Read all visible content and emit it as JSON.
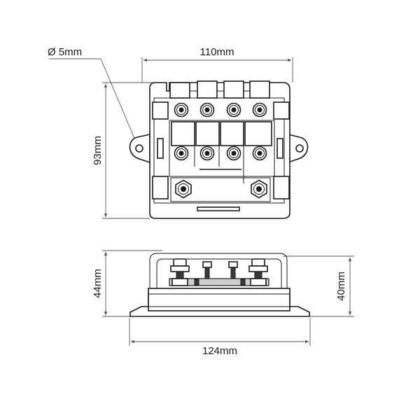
{
  "dimensions": {
    "hole_diameter": "Ø 5mm",
    "top_width": "110mm",
    "top_height": "93mm",
    "side_total_height": "44mm",
    "side_body_height": "40mm",
    "side_width": "124mm"
  },
  "colors": {
    "line": "#1a1a1a",
    "dimension_line": "#555555",
    "background": "#ffffff"
  },
  "icons": {
    "terminal_stud": "terminal-stud-icon",
    "mounting_hole": "mounting-hole-icon"
  }
}
